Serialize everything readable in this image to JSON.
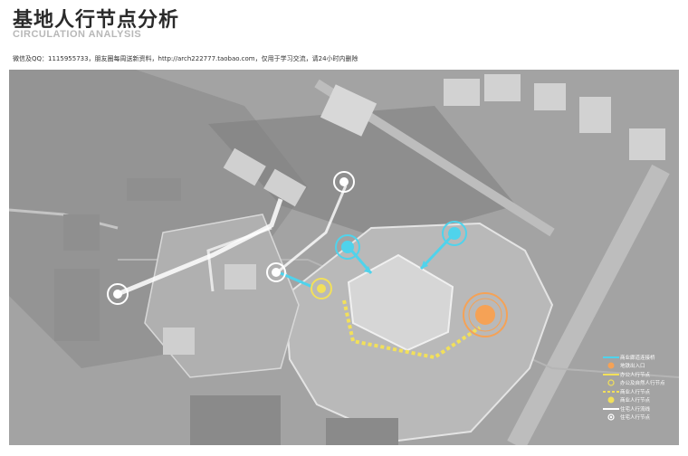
{
  "header": {
    "title": "基地人行节点分析",
    "subtitle": "CIRCULATION ANALYSIS",
    "note": "微信及QQ：1115955733，朋友圈每周送新资料，http://arch222777.taobao.com，仅用于学习交流，请24小时内删除"
  },
  "legend": {
    "items": [
      {
        "label": "商业廊道连接桥",
        "symbol": "line-cyan"
      },
      {
        "label": "地铁出入口",
        "symbol": "dot-orange"
      },
      {
        "label": "办公人行节点",
        "symbol": "line-yellow"
      },
      {
        "label": "办公及自然人行节点",
        "symbol": "ring-yellow"
      },
      {
        "label": "商业人行节点",
        "symbol": "line-yellow-dash"
      },
      {
        "label": "商业人行节点",
        "symbol": "dot-yellow"
      },
      {
        "label": "住宅人行流线",
        "symbol": "line-white"
      },
      {
        "label": "住宅人行节点",
        "symbol": "ring-white"
      }
    ]
  },
  "colors": {
    "cyan": "#4fd3ec",
    "orange": "#f5a256",
    "yellow": "#f2e05a",
    "white": "#ffffff",
    "map_bg": "#9e9e9e"
  }
}
